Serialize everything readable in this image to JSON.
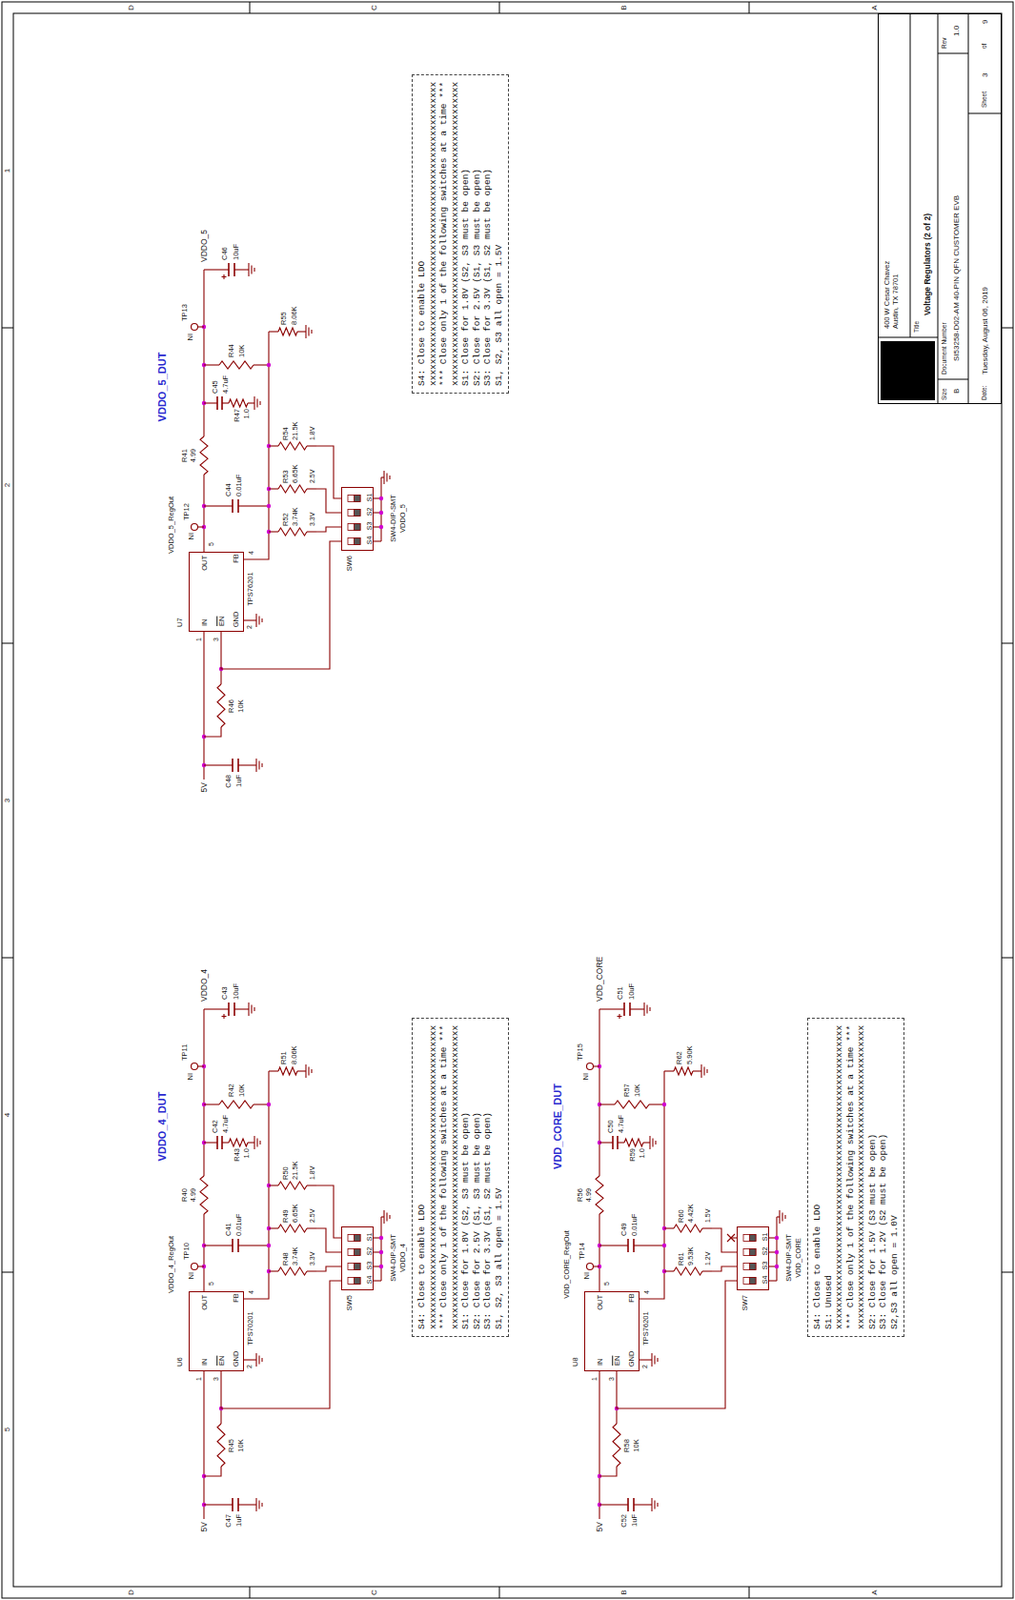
{
  "diagram": {
    "nodes": [
      {
        "text": [
          "U6",
          "IN",
          "OUT",
          "EN",
          "GND",
          "FB",
          "TPS70201"
        ]
      },
      {
        "text": [
          "SW5",
          "S1",
          "S2",
          "S3",
          "S4",
          "SW4-DIP-SMT",
          "VDDO_4"
        ]
      },
      {
        "text": [
          "S4: Close to enable LDO",
          "xxxxxxxxxxxxxxxxxxxxxxxxxxxxxxxxxxxxxxxxxxxxxxxxxxxxxxxx",
          "*** Close only 1 of the following switches at a time ***",
          "xxxxxxxxxxxxxxxxxxxxxxxxxxxxxxxxxxxxxxxxxxxxxxxxxxxxxxxx",
          "S1: Close for 1.8V (S2, S3 must be open)",
          "S2: Close for 2.5V (S1, S3 must be open)",
          "S3: Close for 3.3V (S1, S2 must be open)",
          "S1, S2, S3 all open = 1.5V"
        ]
      },
      {
        "text": [
          "U7",
          "IN",
          "OUT",
          "EN",
          "GND",
          "FB",
          "TPS76201"
        ]
      },
      {
        "text": [
          "SW6",
          "S1",
          "S2",
          "S3",
          "S4",
          "SW4-DIP-SMT",
          "VDDO_5"
        ]
      },
      {
        "text": [
          "S4: Close to enable LDO",
          "xxxxxxxxxxxxxxxxxxxxxxxxxxxxxxxxxxxxxxxxxxxxxxxxxxxxxxxx",
          "*** Close only 1 of the following switches at a time ***",
          "xxxxxxxxxxxxxxxxxxxxxxxxxxxxxxxxxxxxxxxxxxxxxxxxxxxxxxxx",
          "S1: Close for 1.8V (S2, S3 must be open)",
          "S2: Close for 2.5V (S1, S3 must be open)",
          "S3: Close for 3.3V (S1, S2 must be open)",
          "S1, S2, S3 all open = 1.5V"
        ]
      },
      {
        "text": [
          "U8",
          "IN",
          "OUT",
          "EN",
          "GND",
          "FB",
          "TPS76201"
        ]
      },
      {
        "text": [
          "SW7",
          "S1",
          "S2",
          "S3",
          "S4",
          "SW4-DIP-SMT",
          "VDD_CORE"
        ]
      },
      {
        "text": [
          "S4: Close to enable LDO",
          "S1: Unused",
          "xxxxxxxxxxxxxxxxxxxxxxxxxxxxxxxxxxxxxxxxxxxxxxxxxxxxxxxx",
          "*** Close only 1 of the following switches at a time ***",
          "xxxxxxxxxxxxxxxxxxxxxxxxxxxxxxxxxxxxxxxxxxxxxxxxxxxxxxxx",
          "S2: Close for 1.5V (S3 must be open)",
          "S3: Close for 1.2V (S2 must be open)",
          "S2,S3 all open = 1.0V"
        ]
      },
      {
        "text": [
          "400 W Cesar Chavez Austin, TX 78701",
          "Title",
          "Voltage Regulators (2 of 2)",
          "Size",
          "B",
          "Document Number",
          "SI53258-D02-AM 40-PIN QFN CUSTOMER EVB",
          "Rev",
          "1.0",
          "Date:",
          "Tuesday, August 06, 2019",
          "Sheet",
          "3",
          "of",
          "9"
        ]
      }
    ],
    "edges": [
      {
        "from": 0,
        "to": 1,
        "arrow": "none"
      },
      {
        "from": 3,
        "to": 4,
        "arrow": "none"
      },
      {
        "from": 6,
        "to": 7,
        "arrow": "none"
      }
    ],
    "labels": [
      "5V",
      "C47",
      "1uF",
      "R45",
      "10K",
      "1",
      "3",
      "5",
      "2",
      "4",
      "VDDO_4_RegOut",
      "TP10",
      "NI",
      "C41",
      "0.01uF",
      "R40",
      "4.99",
      "C42",
      "4.7uF",
      "R43",
      "1.0",
      "R42",
      "10K",
      "VDDO_4_DUT",
      "TP11",
      "NI",
      "R51",
      "8.06K",
      "C43",
      "10uF",
      "VDDO_4",
      "R48",
      "3.74K",
      "3.3V",
      "R49",
      "6.65K",
      "2.5V",
      "R50",
      "21.5K",
      "1.8V",
      "5V",
      "C48",
      "1uF",
      "R46",
      "10K",
      "1",
      "3",
      "5",
      "2",
      "4",
      "VDDO_5_RegOut",
      "TP12",
      "NI",
      "C44",
      "0.01uF",
      "R41",
      "4.99",
      "C45",
      "4.7uF",
      "R47",
      "1.0",
      "R44",
      "10K",
      "VDDO_5_DUT",
      "TP13",
      "NI",
      "R55",
      "8.06K",
      "C46",
      "10uF",
      "VDDO_5",
      "R52",
      "3.74K",
      "3.3V",
      "R53",
      "6.65K",
      "2.5V",
      "R54",
      "21.5K",
      "1.8V",
      "5V",
      "C52",
      "1uF",
      "R58",
      "10K",
      "1",
      "3",
      "5",
      "2",
      "4",
      "VDD_CORE_RegOut",
      "TP14",
      "NI",
      "C49",
      "0.01uF",
      "R56",
      "4.99",
      "C50",
      "4.7uF",
      "R59",
      "1.0",
      "R57",
      "10K",
      "VDD_CORE_DUT",
      "TP15",
      "NI",
      "R62",
      "5.90K",
      "C51",
      "10uF",
      "VDD_CORE",
      "R61",
      "9.53K",
      "1.2V",
      "R60",
      "4.42K",
      "1.5V",
      "5",
      "4",
      "3",
      "2",
      "1",
      "D",
      "C",
      "B",
      "A",
      "D",
      "C",
      "B",
      "A"
    ]
  }
}
